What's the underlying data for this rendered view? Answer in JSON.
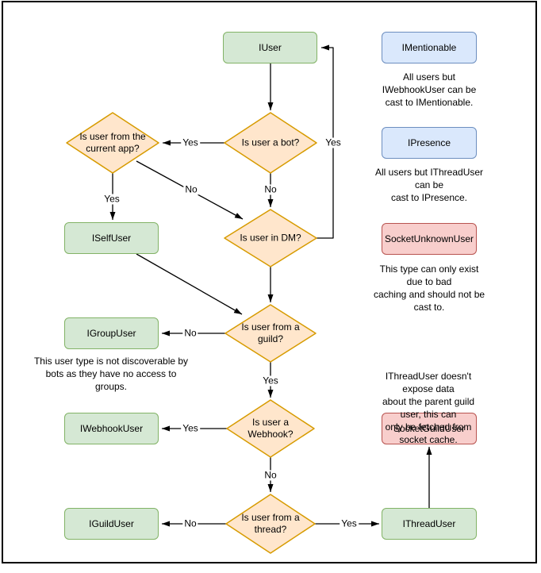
{
  "palette": {
    "interface_fill": "#d5e8d4",
    "interface_stroke": "#82b366",
    "decision_fill": "#ffe6cc",
    "decision_stroke": "#d79b00",
    "castable_fill": "#dae8fc",
    "castable_stroke": "#6c8ebf",
    "socket_fill": "#f8cecc",
    "socket_stroke": "#b85450",
    "line_color": "#000000",
    "page_background": "#ffffff"
  },
  "nodes": {
    "iuser": "IUser",
    "imentionable": "IMentionable",
    "ipresence": "IPresence",
    "socket_unknown_user": "SocketUnknownUser",
    "iself_user": "ISelfUser",
    "igroup_user": "IGroupUser",
    "iwebhook_user": "IWebhookUser",
    "socket_guild_user": "SocketGuildUser",
    "iguild_user": "IGuildUser",
    "ithread_user": "IThreadUser"
  },
  "decisions": {
    "is_bot": "Is user a bot?",
    "is_current_app": "Is user from the\ncurrent app?",
    "is_dm": "Is user in DM?",
    "is_guild": "Is user from a\nguild?",
    "is_webhook": "Is user a\nWebhook?",
    "is_thread": "Is user from a\nthread?"
  },
  "edge_labels": {
    "yes_bot_app": "Yes",
    "no_bot_dm": "No",
    "yes_app_self": "Yes",
    "no_app_dm": "No",
    "yes_dm_iuser": "Yes",
    "no_guild_group": "No",
    "yes_guild_webhook": "Yes",
    "yes_webhook_iwebhook": "Yes",
    "no_webhook_thread": "No",
    "no_thread_iguild": "No",
    "yes_thread_ithread": "Yes"
  },
  "notes": {
    "imentionable": "All users but IWebhookUser can be\ncast to IMentionable.",
    "ipresence": "All users but IThreadUser can be\ncast to IPresence.",
    "socket_unknown": "This type can only exist due to bad\ncaching and should not be cast to.",
    "igroup": "This user type is not discoverable by\nbots as they have no access to\ngroups.",
    "ithread": "IThreadUser doesn't expose data\nabout the parent guild user, this can\nonly be fetched from socket cache."
  }
}
